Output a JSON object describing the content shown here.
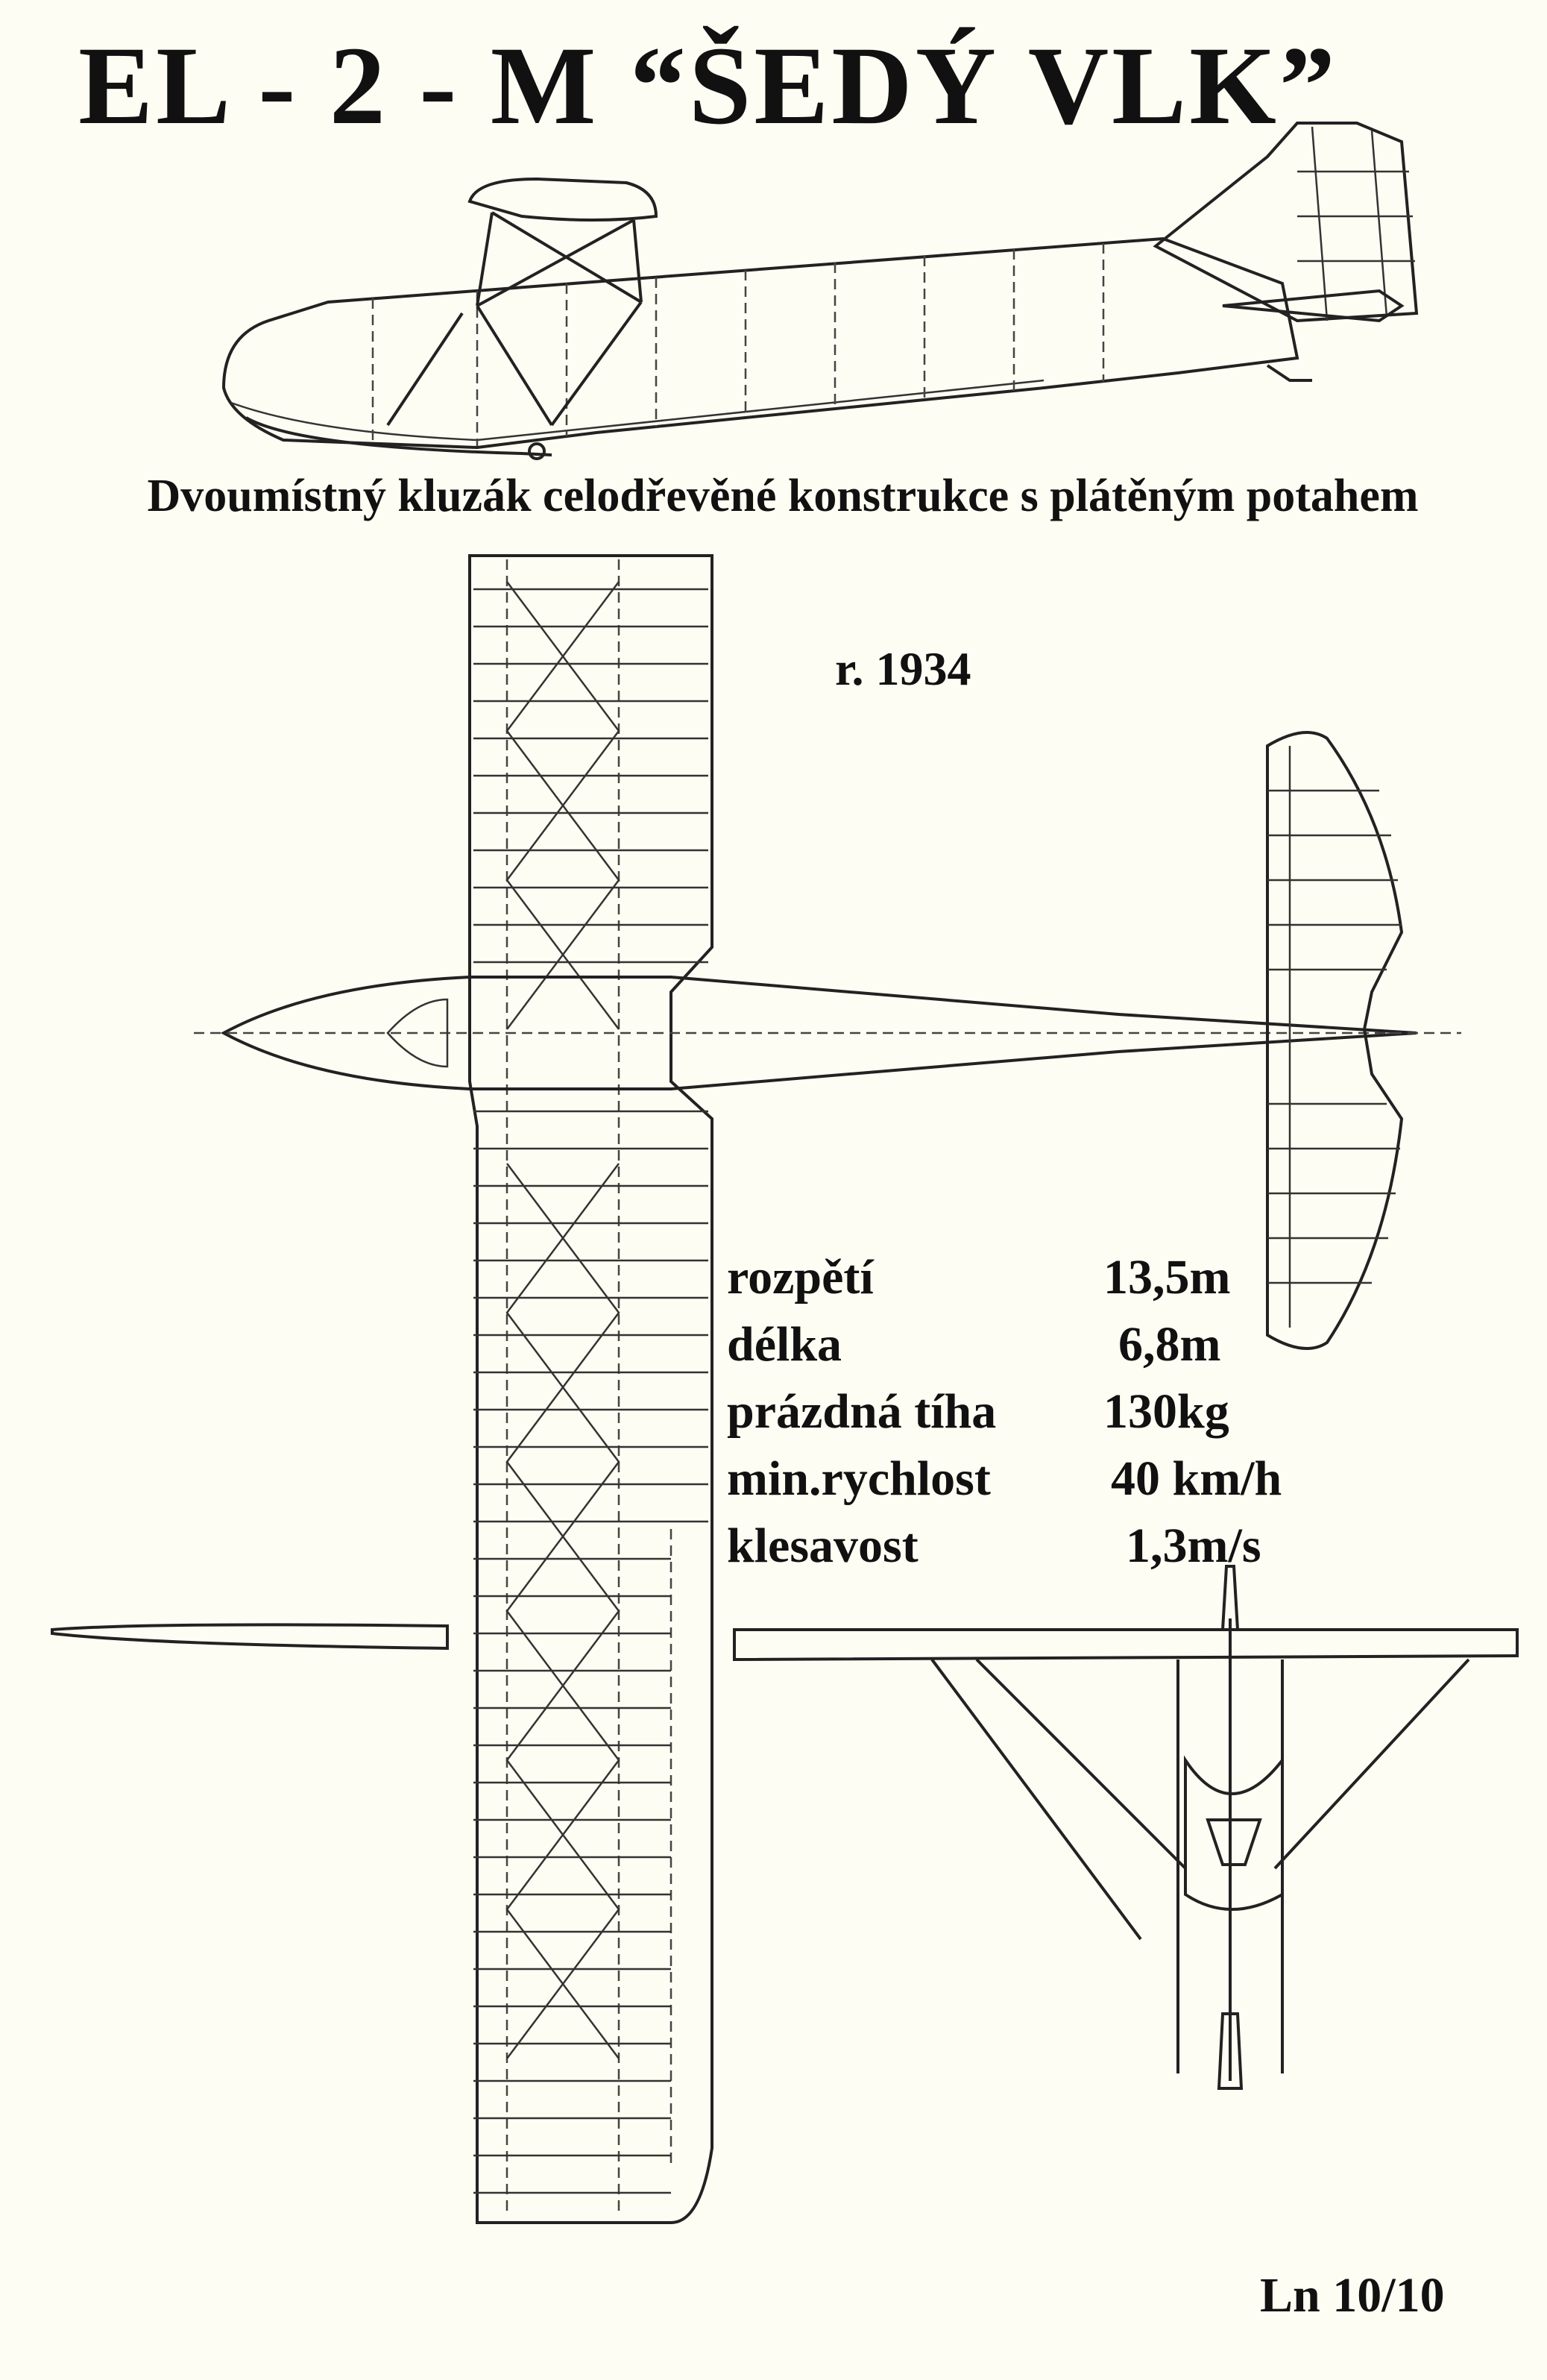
{
  "title": "EL - 2 - M  “ŠEDÝ  VLK”",
  "subtitle": "Dvoumístný kluzák celodřevěné konstrukce s plátěným potahem",
  "year": "r. 1934",
  "specs": [
    {
      "label": "rozpětí",
      "value": "13,5m"
    },
    {
      "label": "délka",
      "value": "6,8m"
    },
    {
      "label": "prázdná tíha",
      "value": "130kg"
    },
    {
      "label": "min.rychlost",
      "value": "40 km/h"
    },
    {
      "label": "klesavost",
      "value": "1,3m/s"
    }
  ],
  "source": "Ln 10/10"
}
